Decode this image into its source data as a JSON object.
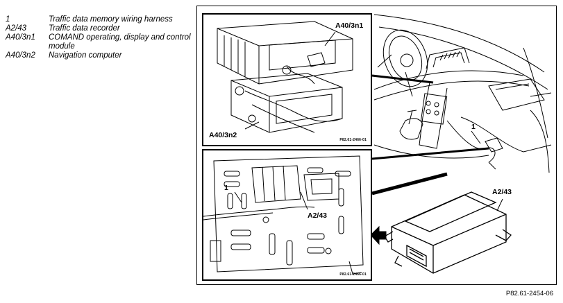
{
  "legend": {
    "items": [
      {
        "code": "1",
        "description": "Traffic data memory wiring harness"
      },
      {
        "code": "A2/43",
        "description": "Traffic data recorder"
      },
      {
        "code": "A40/3n1",
        "description": "COMAND operating, display and control module"
      },
      {
        "code": "A40/3n2",
        "description": "Navigation computer"
      }
    ]
  },
  "figure": {
    "top_inset": {
      "callout_a40_3n1": "A40/3n1",
      "callout_a40_3n2": "A40/3n2",
      "code": "P82.61-2466-01"
    },
    "bottom_inset": {
      "callout_1": "1",
      "callout_a2_43": "A2/43",
      "code": "P82.61-2466-01"
    },
    "main": {
      "callout_1": "1",
      "callout_a2_43": "A2/43"
    }
  },
  "figure_reference": "P82.61-2454-06"
}
